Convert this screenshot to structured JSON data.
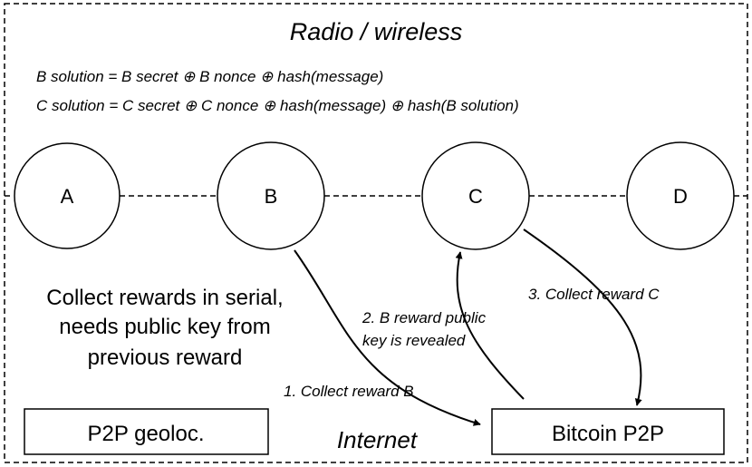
{
  "frame_title": "Radio / wireless",
  "formulas": {
    "b": "B solution = B secret ⊕ B nonce ⊕ hash(message)",
    "c": "C solution = C secret ⊕ C nonce ⊕ hash(message) ⊕ hash(B solution)"
  },
  "nodes": [
    {
      "id": "A",
      "label": "A"
    },
    {
      "id": "B",
      "label": "B"
    },
    {
      "id": "C",
      "label": "C"
    },
    {
      "id": "D",
      "label": "D"
    }
  ],
  "description_lines": [
    "Collect rewards in serial,",
    "needs public key from",
    "previous reward"
  ],
  "steps": {
    "step1": "1. Collect reward B",
    "step2_line1": "2. B reward public",
    "step2_line2": "key is revealed",
    "step3": "3. Collect reward C"
  },
  "boxes": {
    "geoloc": "P2P geoloc.",
    "bitcoin": "Bitcoin P2P"
  },
  "internet_label": "Internet"
}
